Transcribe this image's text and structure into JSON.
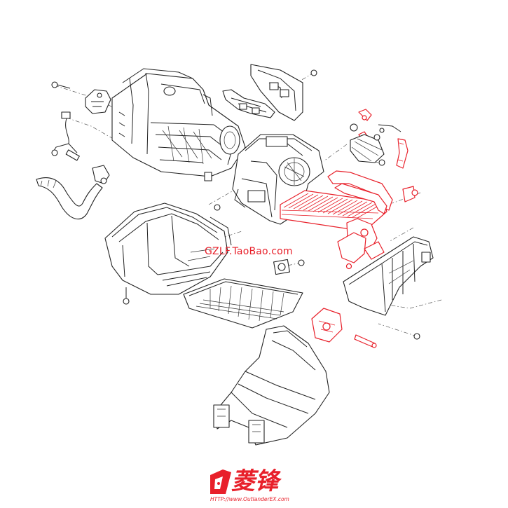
{
  "watermark": {
    "text": "GZLF.TaoBao.com"
  },
  "brand": {
    "logo_text": "菱锋",
    "url": "HTTP://www.OutlanderEX.com",
    "color": "#e8202a"
  },
  "colors": {
    "line": "#222222",
    "highlight": "#e8202a",
    "background": "#ffffff"
  }
}
